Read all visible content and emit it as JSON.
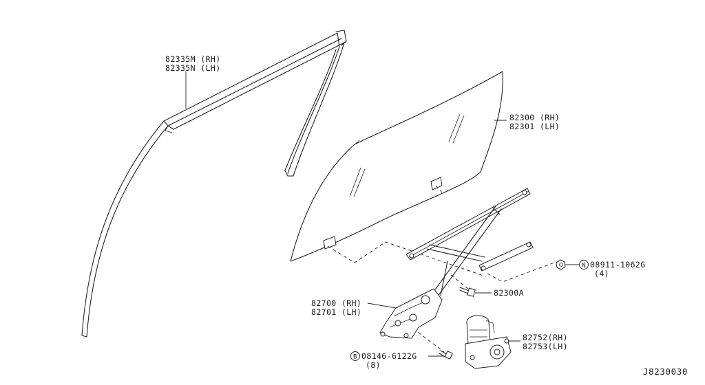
{
  "callouts": {
    "moulding": {
      "rh": "82335M (RH)",
      "lh": "82335N (LH)"
    },
    "glass": {
      "rh": "82300 (RH)",
      "lh": "82301 (LH)"
    },
    "nut": {
      "symbol": "N",
      "part": "08911-1062G",
      "qty": "(4)"
    },
    "bolt_a": {
      "part": "82300A"
    },
    "regulator": {
      "rh": "82700 (RH)",
      "lh": "82701 (LH)"
    },
    "bolt_b": {
      "symbol": "B",
      "part": "08146-6122G",
      "qty": "(8)"
    },
    "motor": {
      "rh": "82752(RH)",
      "lh": "82753(LH)"
    }
  },
  "diagram_id": "J8230030"
}
